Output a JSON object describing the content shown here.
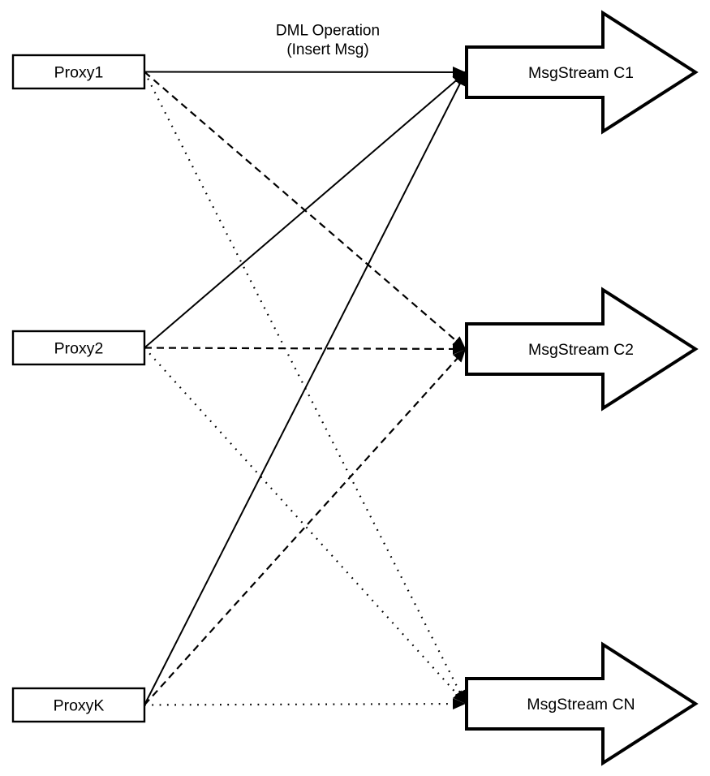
{
  "diagram": {
    "title": {
      "line1": "DML Operation",
      "line2": "(Insert Msg)"
    },
    "proxies": [
      {
        "id": "proxy1",
        "label": "Proxy1"
      },
      {
        "id": "proxy2",
        "label": "Proxy2"
      },
      {
        "id": "proxyk",
        "label": "ProxyK"
      }
    ],
    "streams": [
      {
        "id": "c1",
        "label": "MsgStream C1",
        "incoming_line_style": "solid"
      },
      {
        "id": "c2",
        "label": "MsgStream C2",
        "incoming_line_style": "dashed"
      },
      {
        "id": "cn",
        "label": "MsgStream CN",
        "incoming_line_style": "dotted"
      }
    ],
    "connections": [
      {
        "from": "proxy1",
        "to": "c1",
        "style": "solid"
      },
      {
        "from": "proxy2",
        "to": "c1",
        "style": "solid"
      },
      {
        "from": "proxyk",
        "to": "c1",
        "style": "solid"
      },
      {
        "from": "proxy1",
        "to": "c2",
        "style": "dashed"
      },
      {
        "from": "proxy2",
        "to": "c2",
        "style": "dashed"
      },
      {
        "from": "proxyk",
        "to": "c2",
        "style": "dashed"
      },
      {
        "from": "proxy1",
        "to": "cn",
        "style": "dotted"
      },
      {
        "from": "proxy2",
        "to": "cn",
        "style": "dotted"
      },
      {
        "from": "proxyk",
        "to": "cn",
        "style": "dotted"
      }
    ],
    "colors": {
      "stroke": "#000000",
      "fill": "#ffffff",
      "background": "#ffffff"
    }
  }
}
